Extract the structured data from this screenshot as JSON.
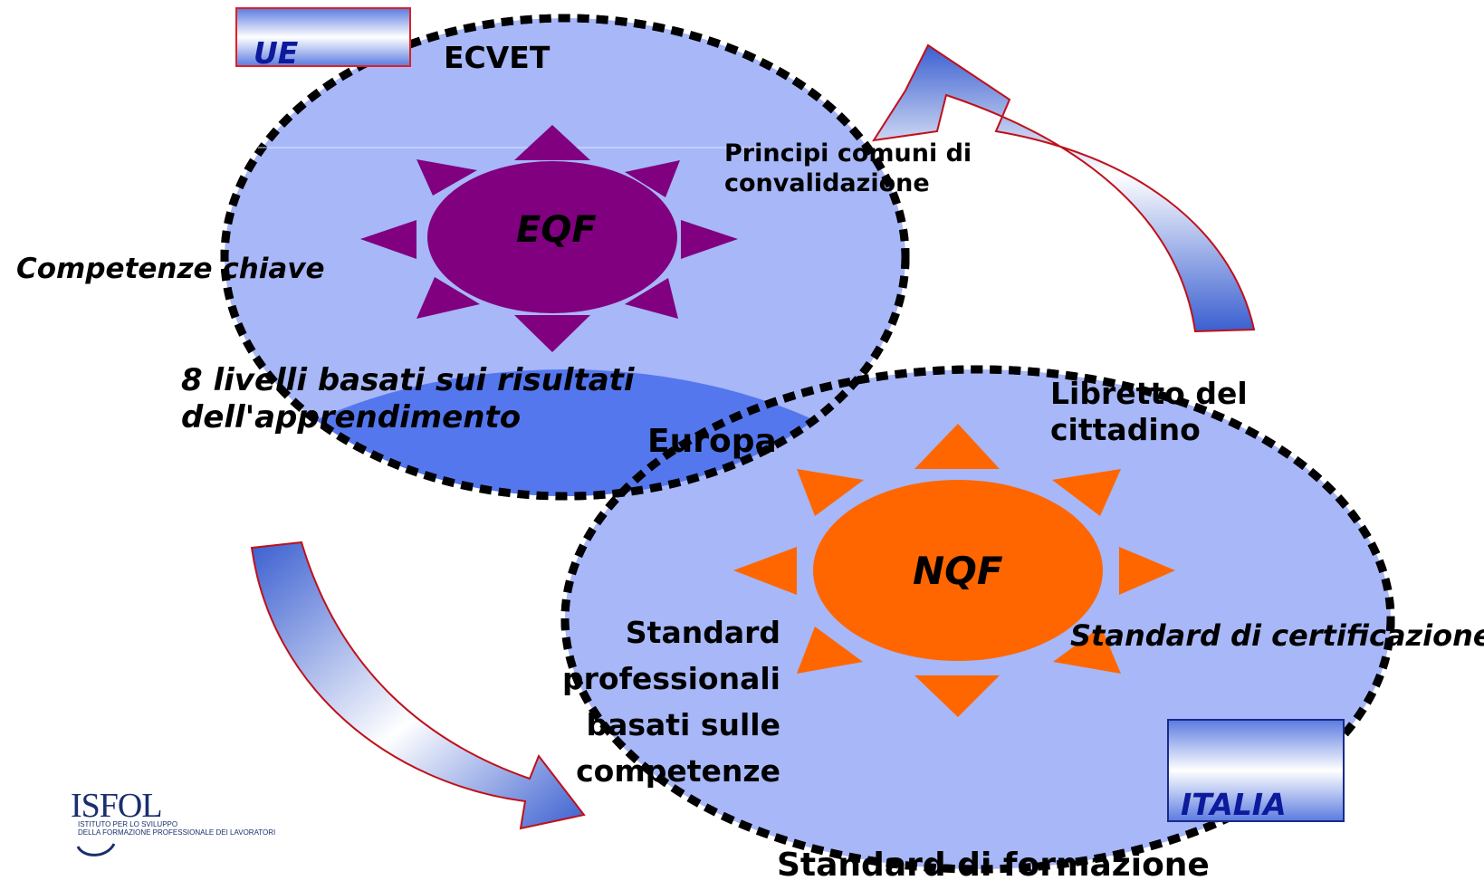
{
  "colors": {
    "ellipse_fill": "#a7b7f7",
    "dash": "#000000",
    "eqf": "#800080",
    "nqf": "#ff6600",
    "arrow": "#4a6cd6",
    "arrow_edge": "#c0101a",
    "box_text": "#0d1a9c"
  },
  "labels": {
    "ue": "UE",
    "italia": "ITALIA",
    "ecvet": "ECVET",
    "principi": [
      "Principi comuni di",
      "convalidazione"
    ],
    "eqf": "EQF",
    "competenze_chiave": "Competenze chiave",
    "livelli": [
      "8 livelli basati sui risultati",
      "dell'apprendimento"
    ],
    "europa": "Europa",
    "libretto": [
      "Libretto del",
      "cittadino"
    ],
    "nqf": "NQF",
    "standard_certificazione": "Standard di certificazione",
    "standard_professionali": [
      "Standard",
      "professionali",
      "basati sulle",
      "competenze"
    ],
    "standard_formazione": "Standard di formazione"
  },
  "logo": {
    "name": "ISFOL",
    "subtitle": [
      "ISTITUTO PER LO SVILUPPO",
      "DELLA FORMAZIONE PROFESSIONALE DEI LAVORATORI"
    ]
  }
}
